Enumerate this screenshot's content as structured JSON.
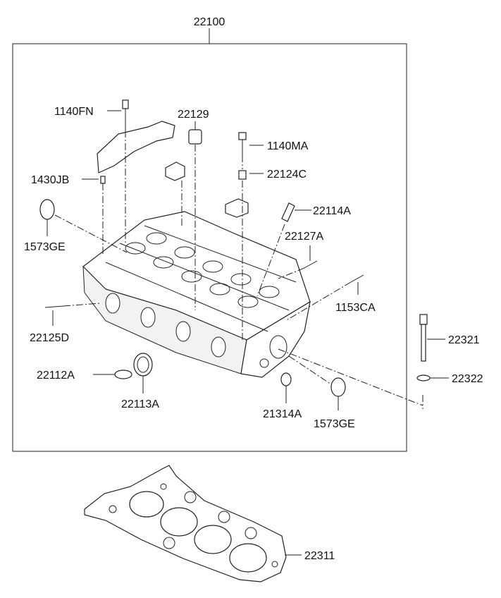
{
  "labels": {
    "assembly": "22100",
    "bolt_fn": "1140FN",
    "plug_22129": "22129",
    "bolt_ma": "1140MA",
    "pin_jb": "1430JB",
    "dowel_22124c": "22124C",
    "cap_plug_left": "1573GE",
    "guide_22114a": "22114A",
    "stud_22127a": "22127A",
    "stud_1153ca": "1153CA",
    "stud_22125d": "22125D",
    "bolt_22321": "22321",
    "ring_22112a": "22112A",
    "ring_22113a": "22113A",
    "washer_22322": "22322",
    "seal_21314a": "21314A",
    "cap_plug_right": "1573GE",
    "gasket_22311": "22311"
  }
}
